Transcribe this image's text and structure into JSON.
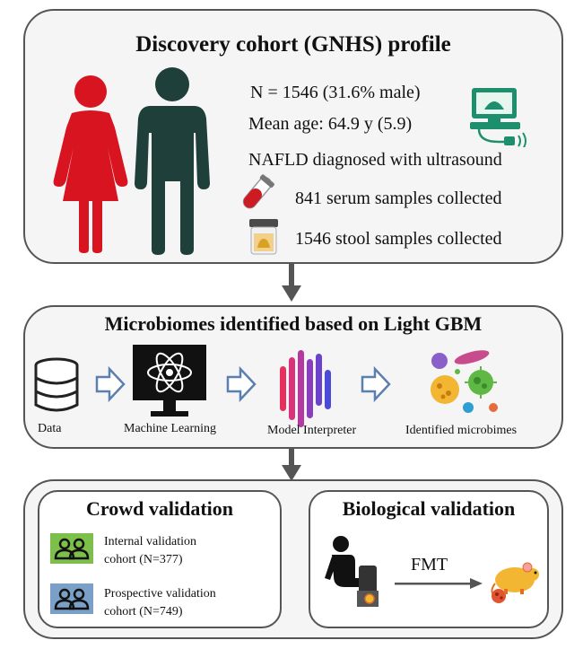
{
  "discovery": {
    "title": "Discovery cohort (GNHS) profile",
    "n": "N = 1546 (31.6% male)",
    "age": "Mean age: 64.9 y (5.9)",
    "diagnosis": "NAFLD diagnosed with ultrasound",
    "serum": "841 serum samples collected",
    "stool": "1546 stool samples collected"
  },
  "microbiome": {
    "title": "Microbiomes identified based on Light GBM",
    "steps": [
      "Data",
      "Machine Learning",
      "Model Interpreter",
      "Identified microbimes"
    ]
  },
  "crowd": {
    "title": "Crowd validation",
    "internal_line1": "Internal validation",
    "internal_line2": "cohort (N=377)",
    "prospective_line1": "Prospective validation",
    "prospective_line2": "cohort (N=749)"
  },
  "biological": {
    "title": "Biological validation",
    "fmt": "FMT"
  },
  "colors": {
    "female": "#d7141f",
    "male": "#1f3f3b",
    "internal_icon": "#7cc04b",
    "prospective_icon": "#7aa0c8",
    "panel_border": "#555555"
  }
}
